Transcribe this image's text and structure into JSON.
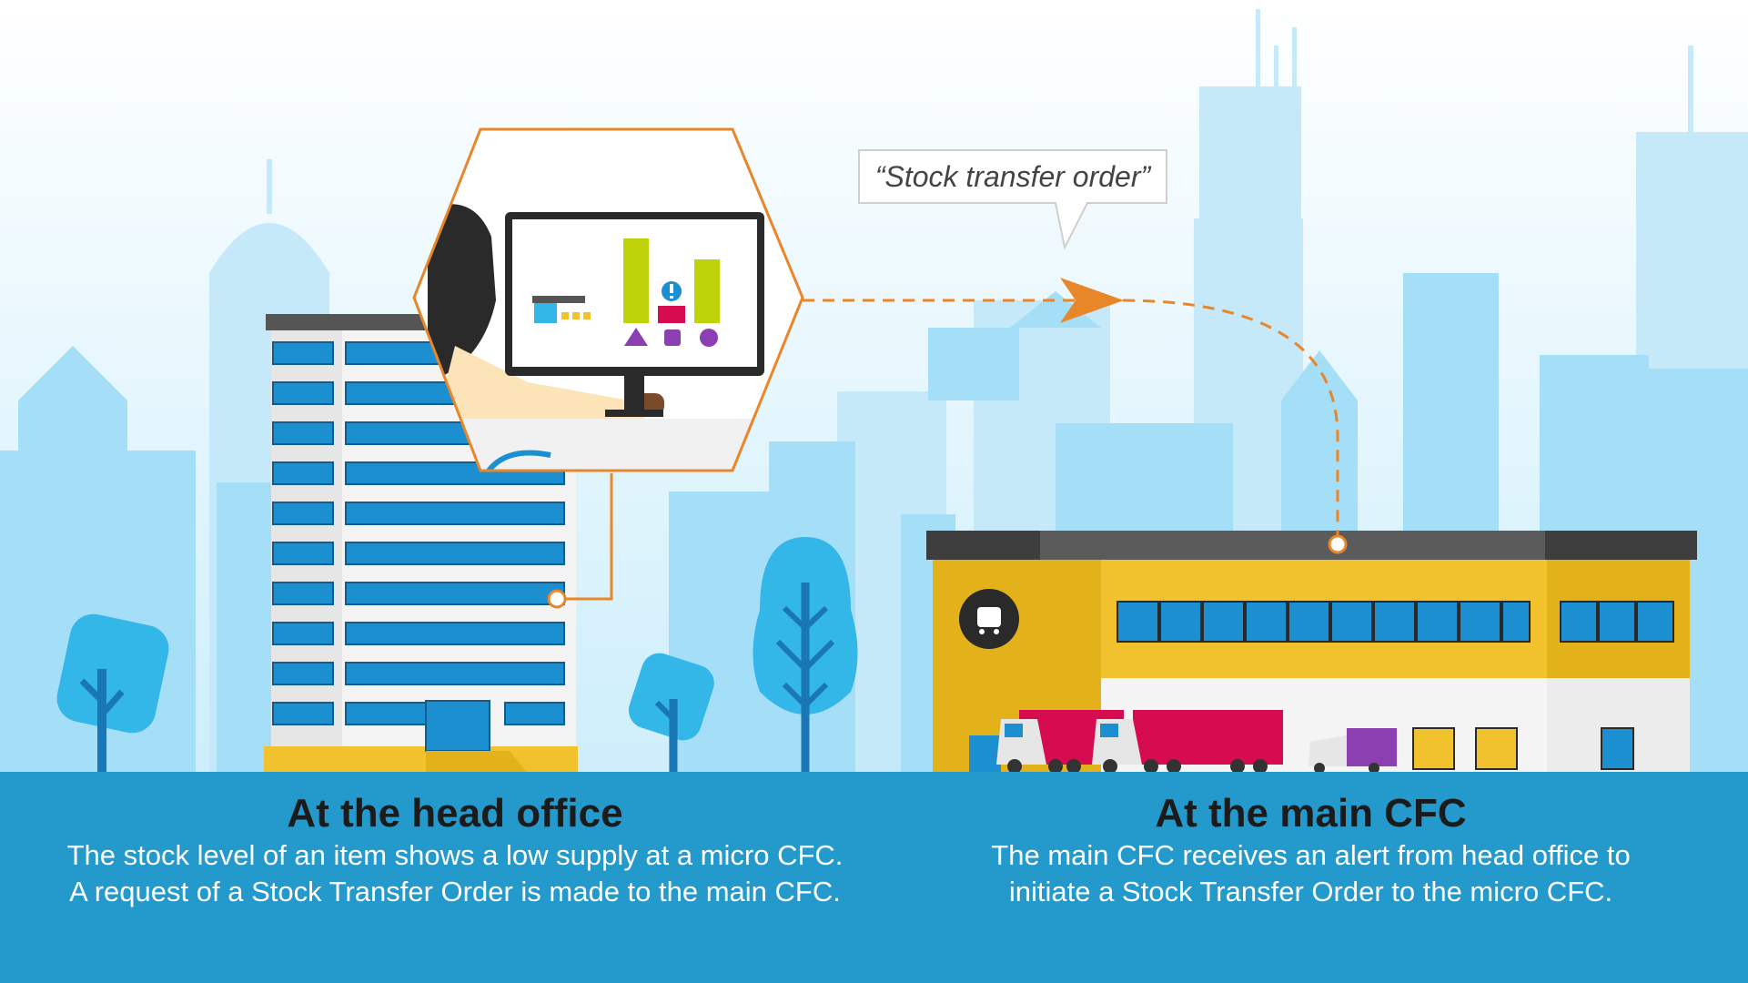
{
  "bubble": {
    "text": "“Stock transfer order”"
  },
  "head_office": {
    "title": "At the head office",
    "lines": [
      "The stock level of an item shows a low supply at a micro CFC.",
      "A request of a Stock Transfer Order is made to the main CFC."
    ]
  },
  "main_cfc": {
    "title": "At the main CFC",
    "lines": [
      "The main CFC receives an alert from head office to",
      "initiate a Stock Transfer Order to the micro CFC."
    ]
  },
  "colors": {
    "sky": "#e4f4fb",
    "skyline_far": "#bfe6f8",
    "skyline_near": "#9fdcf6",
    "ground": "#2399cc",
    "accent_orange": "#e8862a",
    "warehouse_yellow": "#f1c22e",
    "truck_red": "#d70b4f",
    "chart_green": "#bfd30a",
    "window_blue": "#1c8fd0"
  }
}
